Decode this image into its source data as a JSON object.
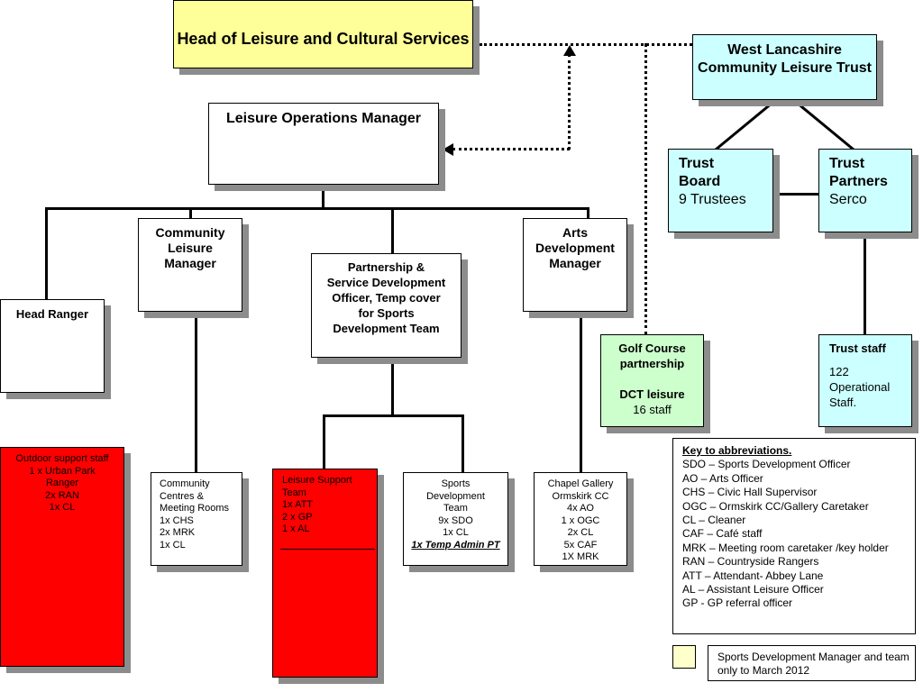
{
  "head": {
    "title": "Head of Leisure and Cultural Services"
  },
  "trust": {
    "title": "West Lancashire Community Leisure Trust"
  },
  "ops_manager": {
    "title": "Leisure Operations Manager"
  },
  "trust_board": {
    "title": "Trust\nBoard",
    "detail": "9 Trustees"
  },
  "trust_partners": {
    "title": "Trust\nPartners",
    "detail": "Serco"
  },
  "community_leisure": {
    "title": "Community\nLeisure\nManager"
  },
  "partnership": {
    "title": "Partnership &\nService Development\nOfficer, Temp cover\nfor Sports\nDevelopment Team"
  },
  "arts": {
    "title": "Arts\nDevelopment\nManager"
  },
  "head_ranger": {
    "title": "Head Ranger"
  },
  "golf": {
    "title": "Golf Course\npartnership",
    "dct": "DCT leisure",
    "staff": "16 staff"
  },
  "trust_staff": {
    "title": "Trust staff",
    "detail": "122\nOperational\nStaff."
  },
  "outdoor": {
    "text": "Outdoor support staff\n1 x Urban Park\nRanger\n2x RAN\n1x CL"
  },
  "community_centres": {
    "text": "Community\nCentres &\nMeeting Rooms\n1x CHS\n2x MRK\n1x CL"
  },
  "leisure_support": {
    "text": "Leisure Support\nTeam\n1x ATT\n2 x GP\n1 x AL"
  },
  "sports_team": {
    "text": "Sports\nDevelopment\nTeam\n9x SDO\n1x CL",
    "admin": "1x Temp Admin PT"
  },
  "chapel": {
    "text": "Chapel Gallery\nOrmskirk CC\n4x AO\n1 x OGC\n2x CL\n5x CAF\n1X MRK"
  },
  "key": {
    "title": "Key to abbreviations.",
    "items": [
      "SDO – Sports Development Officer",
      "AO – Arts Officer",
      "CHS – Civic Hall Supervisor",
      "OGC – Ormskirk CC/Gallery Caretaker",
      "CL – Cleaner",
      "CAF – Café staff",
      "MRK – Meeting room caretaker /key holder",
      "RAN – Countryside Rangers",
      "ATT – Attendant- Abbey Lane",
      "AL  – Assistant Leisure Officer",
      "GP -  GP referral officer"
    ]
  },
  "legend": {
    "text": "Sports Development Manager and team only to March 2012"
  },
  "colors": {
    "head_fill": "#ffff99",
    "trust_fill": "#ccffff",
    "golf_fill": "#ccffcc",
    "red_fill": "#ff0000",
    "legend_fill": "#ffffcc"
  }
}
